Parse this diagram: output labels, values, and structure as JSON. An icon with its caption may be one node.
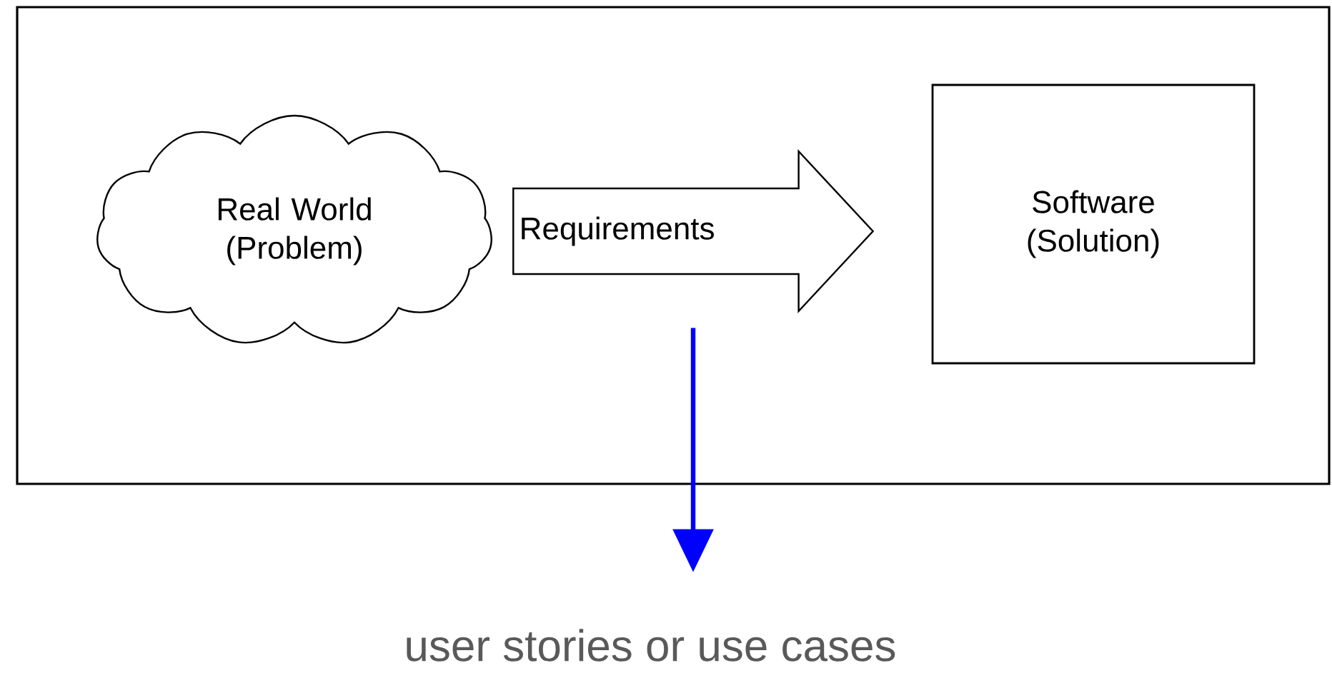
{
  "diagram": {
    "nodes": [
      {
        "text": [],
        "shape": "box"
      },
      {
        "text": [
          "Real World (Problem)"
        ],
        "in": 0
      },
      {
        "text": [
          "Software (Solution)"
        ],
        "in": 0
      },
      {
        "text": [
          "user stories or use cases"
        ]
      }
    ],
    "edges": [
      {
        "from": 1,
        "to": 2,
        "arrow": "to",
        "label": "Requirements"
      },
      {
        "from": null,
        "to": 3,
        "arrow": "to",
        "color": "#0000ff"
      }
    ]
  }
}
